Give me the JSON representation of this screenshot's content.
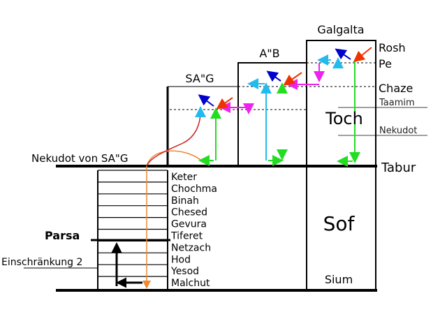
{
  "labels": {
    "galgalta": "Galgalta",
    "ab": "A\"B",
    "sag": "SA\"G",
    "rosh": "Rosh",
    "pe": "Pe",
    "chaze": "Chaze",
    "taamim": "Taamim",
    "toch": "Toch",
    "nekudot": "Nekudot",
    "tabur": "Tabur",
    "nekudot_von_sag": "Nekudot von SA\"G",
    "sof": "Sof",
    "sium": "Sium",
    "parsa": "Parsa",
    "einschraenkung": "Einschränkung 2"
  },
  "sefirot": [
    "Keter",
    "Chochma",
    "Binah",
    "Chesed",
    "Gevura",
    "Tiferet",
    "Netzach",
    "Hod",
    "Yesod",
    "Malchut"
  ],
  "colors": {
    "green": "#22dd22",
    "cyan": "#22bbee",
    "blue": "#0000cc",
    "red": "#ee3300",
    "magenta": "#ee22ee",
    "orange": "#ee8833",
    "darkred": "#cc2222"
  }
}
